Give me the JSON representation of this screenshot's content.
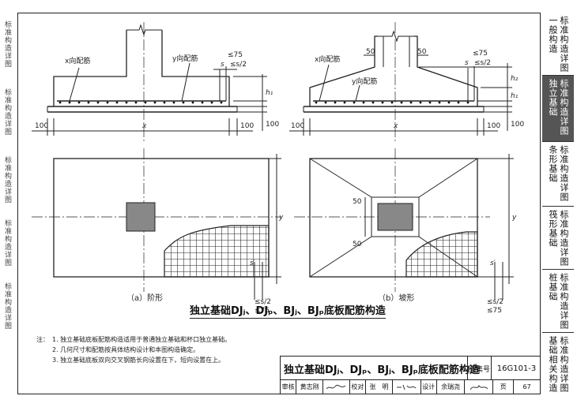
{
  "left_strip": [
    "标准构造详图",
    "标准构造详图",
    "标准构造详图",
    "标准构造详图",
    "标准构造详图"
  ],
  "tabs": [
    {
      "col1": "标准构造详图",
      "col2": "一般构造",
      "active": false
    },
    {
      "col1": "标准构造详图",
      "col2": "独立基础",
      "active": true
    },
    {
      "col1": "标准构造详图",
      "col2": "条形基础",
      "active": false
    },
    {
      "col1": "标准构造详图",
      "col2": "筏形基础",
      "active": false
    },
    {
      "col1": "标准构造详图",
      "col2": "桩基础",
      "active": false
    },
    {
      "col1": "标准构造详图",
      "col2": "基础相关构造",
      "active": false
    }
  ],
  "drawing": {
    "x_rebar": "x向配筋",
    "y_rebar": "y向配筋",
    "s": "s",
    "le75": "≤75",
    "les2": "≤s/2",
    "h1": "h₁",
    "h2": "h₂",
    "dim100": "100",
    "x": "x",
    "y": "y",
    "d50": "50",
    "s_prime": "s′",
    "caption_a": "（a）阶形",
    "caption_b": "（b）坡形"
  },
  "main_title": "独立基础DJⱼ、DJₚ、BJⱼ、BJₚ底板配筋构造",
  "notes": {
    "label": "注：",
    "items": [
      "1. 独立基础底板配筋构造适用于普通独立基础和杯口独立基础。",
      "2. 几何尺寸和配筋按具体结构设计和本图构造确定。",
      "3. 独立基础底板双向交叉钢筋长向设置在下，短向设置在上。"
    ]
  },
  "title_block": {
    "title": "独立基础DJⱼ、DJₚ、BJⱼ、BJₚ底板配筋构造",
    "atlas_label": "图集号",
    "atlas_no": "16G101-3",
    "row2": [
      "审核",
      "黄志刚",
      "",
      "校对",
      "张　明",
      "",
      "设计",
      "余瑞尧",
      "",
      "页",
      "67"
    ]
  }
}
